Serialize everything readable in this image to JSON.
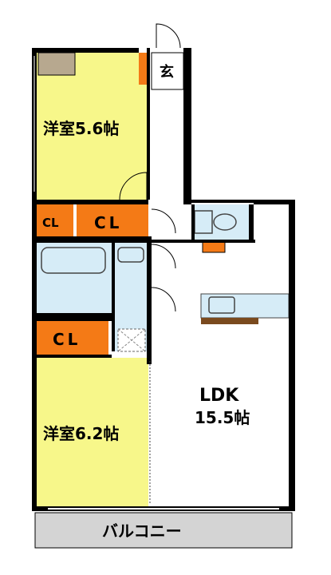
{
  "rooms": {
    "western_room_1": "洋室5.6帖",
    "western_room_2": "洋室6.2帖",
    "ldk_name": "LDK",
    "ldk_size": "15.5帖",
    "entrance": "玄",
    "closet_small": "CL",
    "closet_upper": "CL",
    "closet_lower": "CL",
    "balcony": "バルコニー"
  },
  "colors": {
    "western_room": "#f7f78a",
    "closet": "#f47a16",
    "wet_area": "#d6ecf7",
    "balcony": "#d4d4d4",
    "wall": "#000000",
    "floor": "#ffffff",
    "entrance_box": "#b7a88f",
    "counter": "#7a4a1e"
  }
}
